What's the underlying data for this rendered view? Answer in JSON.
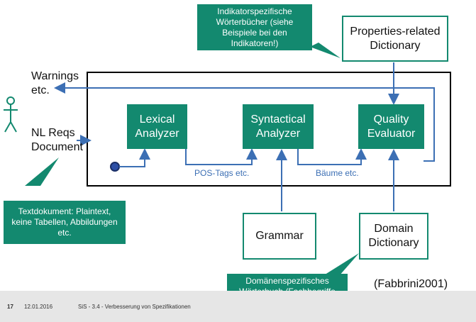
{
  "callouts": {
    "top": "Indikatorspezifische Wörterbücher (siehe Beispiele bei den Indikatoren!)",
    "left": "Textdokument: Plaintext, keine Tabellen, Abbildungen etc.",
    "bottom": "Domänenspezifisches Wörterbuch (Fachbegriffe sollen nicht als Fehler erscheinen!)"
  },
  "labels": {
    "warnings": "Warnings etc.",
    "nl_reqs": "NL Reqs Document"
  },
  "analyzers": {
    "lexical": "Lexical Analyzer",
    "syntactical": "Syntactical Analyzer",
    "quality": "Quality Evaluator"
  },
  "resources": {
    "properties_dict": "Properties-related Dictionary",
    "grammar": "Grammar",
    "domain_dict": "Domain Dictionary"
  },
  "flow_labels": {
    "pos_tags": "POS-Tags etc.",
    "trees": "Bäume etc."
  },
  "citation": "(Fabbrini2001)",
  "footer": {
    "page": "17",
    "date": "12.01.2016",
    "title": "SiS - 3.4 - Verbesserung von Spezifikationen"
  },
  "colors": {
    "accent": "#13896f",
    "arrow": "#3c6fb4"
  }
}
